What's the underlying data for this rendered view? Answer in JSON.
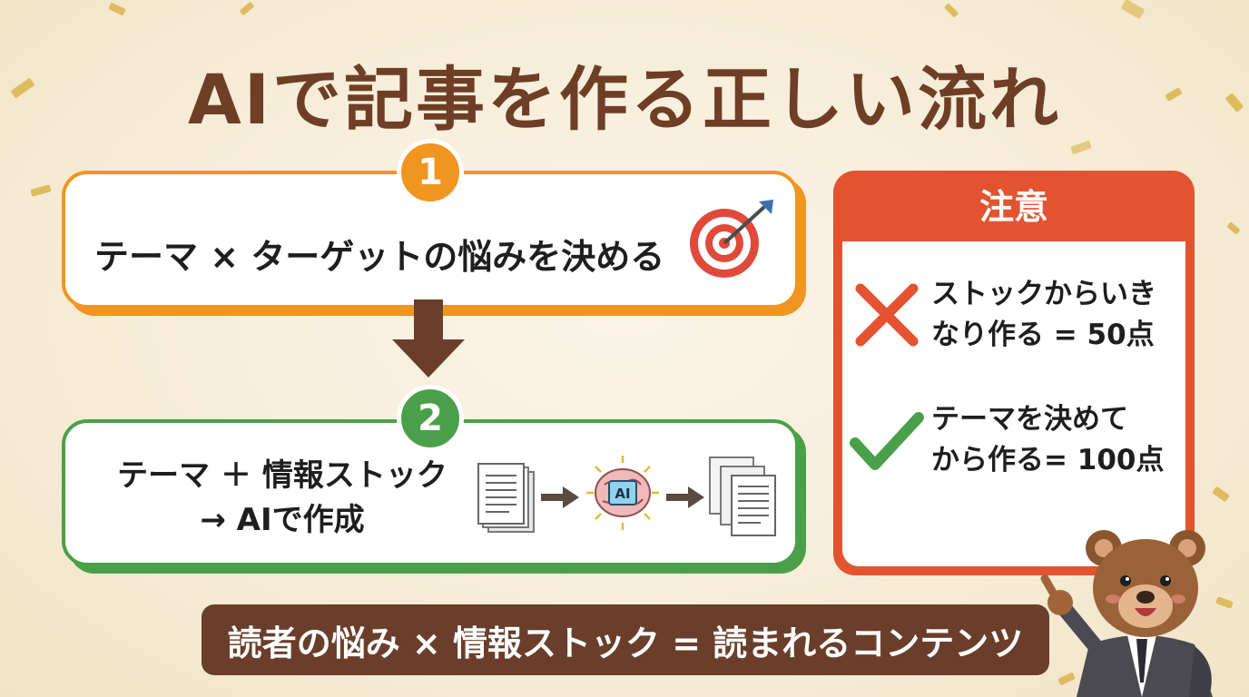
{
  "title": "AIで記事を作る正しい流れ",
  "step1": {
    "number": "1",
    "text": "テーマ × ターゲットの悩みを決める",
    "color": "#f0951f"
  },
  "step2": {
    "number": "2",
    "text_line1": "テーマ ＋ 情報ストック",
    "text_line2": "→ AIで作成",
    "ai_chip_label": "AI",
    "color": "#4aa049"
  },
  "note": {
    "header": "注意",
    "bad_line1": "ストックからいき",
    "bad_line2": "なり作る = 50点",
    "good_line1": "テーマを決めて",
    "good_line2": "から作る= 100点",
    "color": "#e3532f",
    "bad_color": "#e3532f",
    "good_color": "#4aa049"
  },
  "banner": {
    "text": "読者の悩み × 情報ストック = 読まれるコンテンツ",
    "color": "#6a3e2b"
  },
  "icons": [
    "target-icon",
    "documents-icon",
    "arrow-right-icon",
    "ai-brain-icon",
    "output-documents-icon",
    "cross-icon",
    "check-icon",
    "bear-mascot"
  ]
}
